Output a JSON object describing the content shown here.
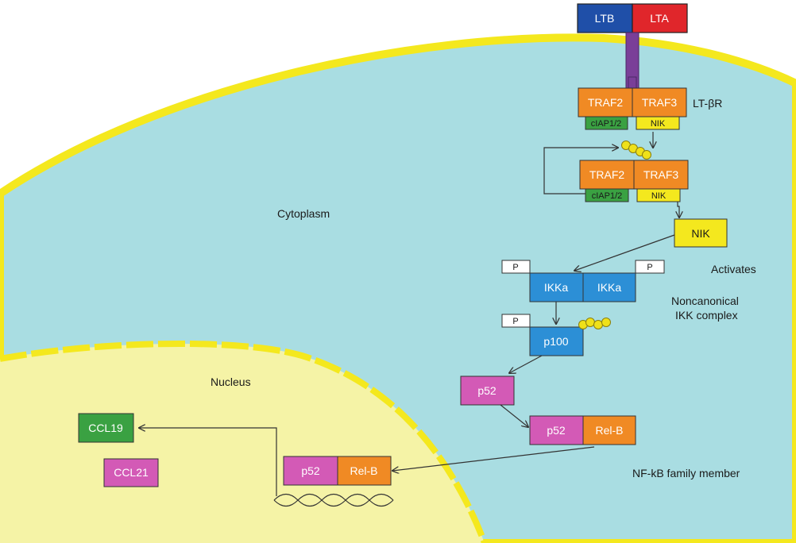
{
  "colors": {
    "cytoplasm": "#a9dde2",
    "membrane": "#f4e81e",
    "nucleus": "#f5f3a6",
    "orange": "#f08a24",
    "blue_ikk": "#2c8fd6",
    "magenta": "#d35ab6",
    "green": "#3aa142",
    "yellow": "#f4e81e",
    "purple": "#7a3f98",
    "ltb": "#1f4fa8",
    "lta": "#e0262b",
    "bead": "#efe11a"
  },
  "ligand": {
    "ltb": "LTB",
    "lta": "LTA"
  },
  "receptor": {
    "label": "LT-βR"
  },
  "complex_top": {
    "traf2": "TRAF2",
    "traf3": "TRAF3",
    "ciap": "cIAP1/2",
    "nik": "NIK"
  },
  "complex_mid": {
    "traf2": "TRAF2",
    "traf3": "TRAF3",
    "ciap": "cIAP1/2",
    "nik": "NIK"
  },
  "nik_free": "NIK",
  "ikk": {
    "a": "IKKa",
    "b": "IKKa",
    "p_left": "P",
    "p_right": "P"
  },
  "p100": {
    "label": "p100",
    "p": "P"
  },
  "p52_alone": "p52",
  "dimer_cyto": {
    "p52": "p52",
    "relb": "Rel-B"
  },
  "dimer_nuc": {
    "p52": "p52",
    "relb": "Rel-B"
  },
  "chemokines": {
    "ccl19": "CCL19",
    "ccl21": "CCL21"
  },
  "labels": {
    "cytoplasm": "Cytoplasm",
    "nucleus": "Nucleus",
    "activates": "Activates",
    "noncanonical_1": "Noncanonical",
    "noncanonical_2": "IKK complex",
    "nfkb": "NF-kB family member"
  }
}
